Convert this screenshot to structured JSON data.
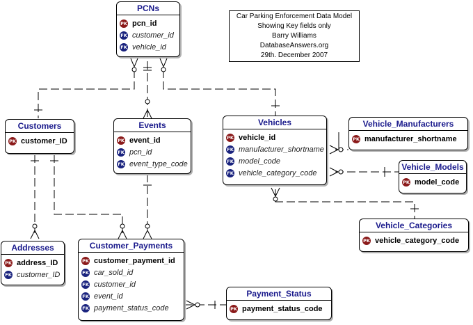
{
  "note": {
    "lines": [
      "Car Parking Enforcement Data Model",
      "Showing Key fields only",
      "Barry Williams",
      "DatabaseAnswers.org",
      "29th. December 2007"
    ]
  },
  "entities": {
    "pcns": {
      "title": "PCNs",
      "attrs": [
        {
          "key": "PK",
          "name": "pcn_id"
        },
        {
          "key": "FK",
          "name": "customer_id"
        },
        {
          "key": "FK",
          "name": "vehicle_id"
        }
      ]
    },
    "customers": {
      "title": "Customers",
      "attrs": [
        {
          "key": "PK",
          "name": "customer_ID"
        }
      ]
    },
    "events": {
      "title": "Events",
      "attrs": [
        {
          "key": "PK",
          "name": "event_id"
        },
        {
          "key": "FK",
          "name": "pcn_id"
        },
        {
          "key": "FK",
          "name": "event_type_code"
        }
      ]
    },
    "vehicles": {
      "title": "Vehicles",
      "attrs": [
        {
          "key": "PK",
          "name": "vehicle_id"
        },
        {
          "key": "FK",
          "name": "manufacturer_shortname"
        },
        {
          "key": "FK",
          "name": "model_code"
        },
        {
          "key": "FK",
          "name": "vehicle_category_code"
        }
      ]
    },
    "vehicle_manufacturers": {
      "title": "Vehicle_Manufacturers",
      "attrs": [
        {
          "key": "PK",
          "name": "manufacturer_shortname"
        }
      ]
    },
    "vehicle_models": {
      "title": "Vehicle_Models",
      "attrs": [
        {
          "key": "PK",
          "name": "model_code"
        }
      ]
    },
    "vehicle_categories": {
      "title": "Vehicle_Categories",
      "attrs": [
        {
          "key": "PK",
          "name": "vehicle_category_code"
        }
      ]
    },
    "addresses": {
      "title": "Addresses",
      "attrs": [
        {
          "key": "PK",
          "name": "address_ID"
        },
        {
          "key": "FK",
          "name": "customer_ID"
        }
      ]
    },
    "customer_payments": {
      "title": "Customer_Payments",
      "attrs": [
        {
          "key": "PK",
          "name": "customer_payment_id"
        },
        {
          "key": "FK",
          "name": "car_sold_id"
        },
        {
          "key": "FK",
          "name": "customer_id"
        },
        {
          "key": "FK",
          "name": "event_id"
        },
        {
          "key": "FK",
          "name": "payment_status_code"
        }
      ]
    },
    "payment_status": {
      "title": "Payment_Status",
      "attrs": [
        {
          "key": "PK",
          "name": "payment_status_code"
        }
      ]
    }
  }
}
